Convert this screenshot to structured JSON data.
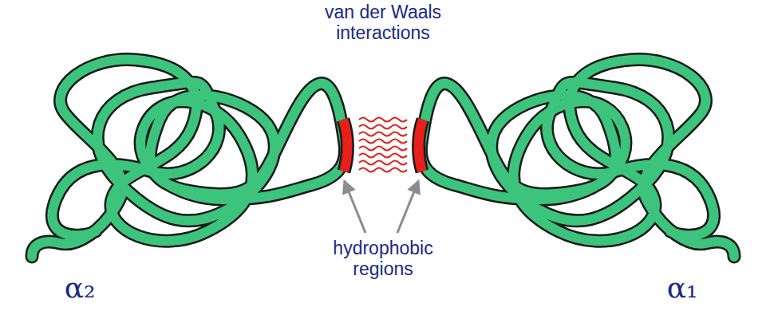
{
  "diagram": {
    "labels": [
      "van der Waals interactions",
      "hydrophobic regions",
      "α₂",
      "α₁"
    ]
  }
}
